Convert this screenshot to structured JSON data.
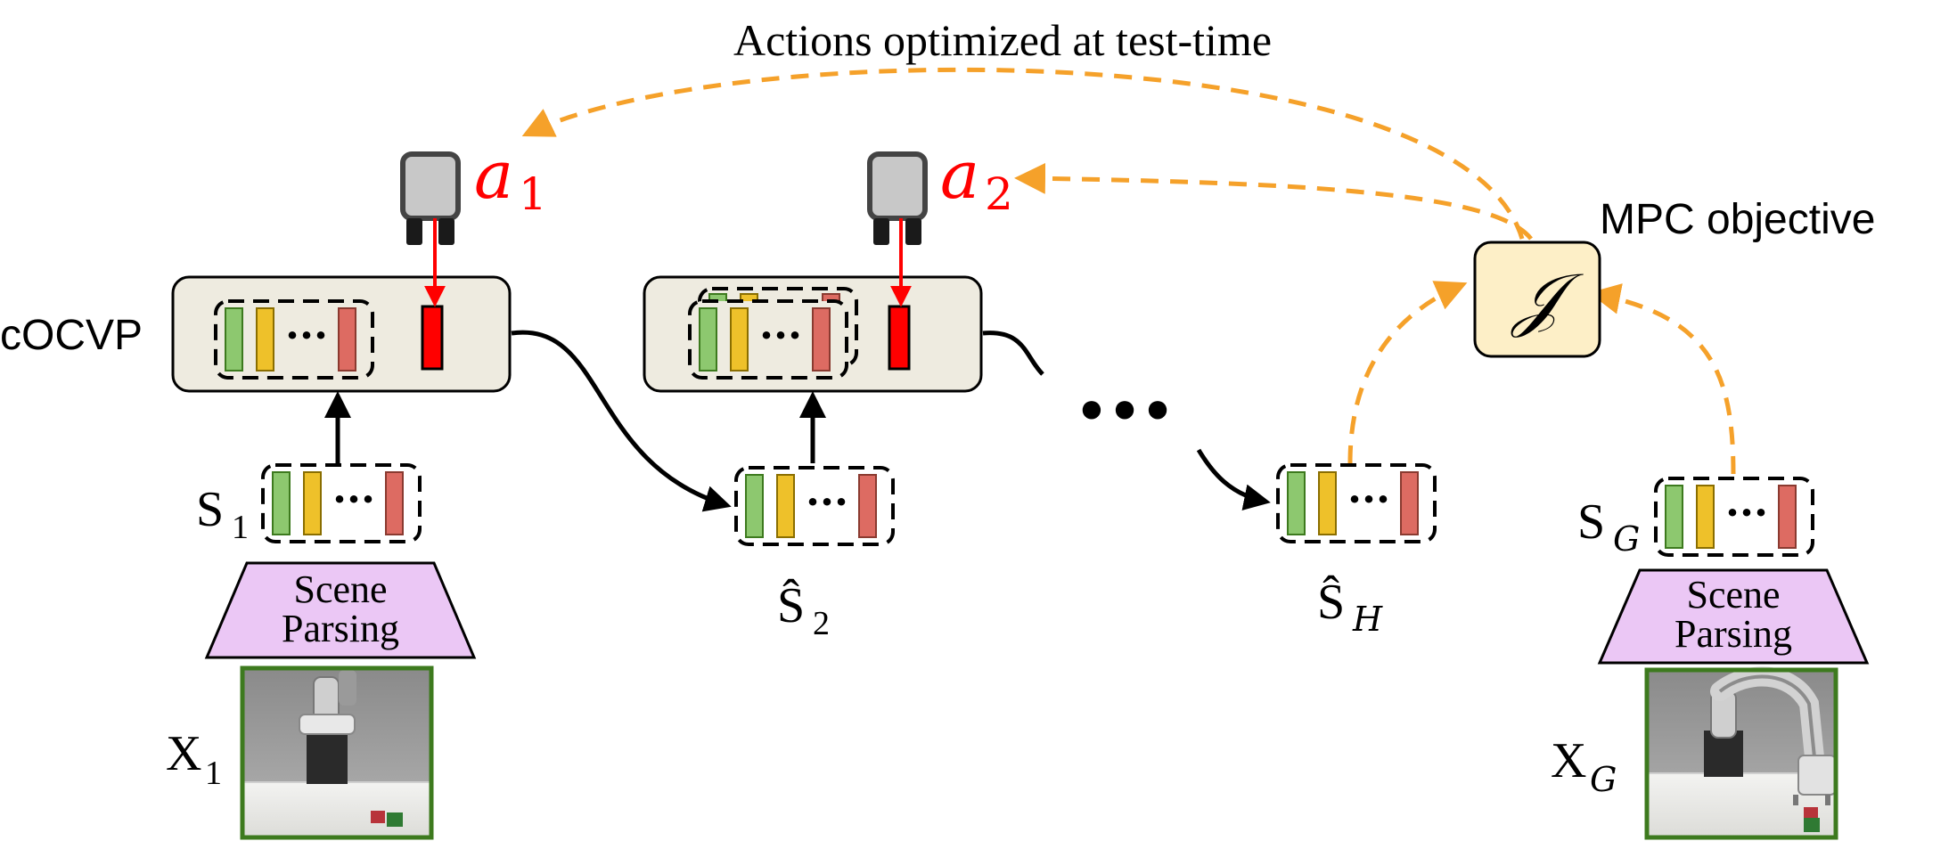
{
  "caption_top": "Actions optimized at test-time",
  "mpc_label": "MPC objective",
  "objective_symbol": "𝒥",
  "model_label": "cOCVP",
  "actions": [
    {
      "symbol": "a",
      "index": "1"
    },
    {
      "symbol": "a",
      "index": "2"
    }
  ],
  "states": {
    "s1": {
      "base": "S",
      "sub": "1"
    },
    "s2": {
      "base": "Ŝ",
      "sub": "2"
    },
    "sH": {
      "base": "Ŝ",
      "sub": "H"
    },
    "sG": {
      "base": "S",
      "sub": "G"
    }
  },
  "images": {
    "x1": {
      "base": "X",
      "sub": "1"
    },
    "xG": {
      "base": "X",
      "sub": "G"
    }
  },
  "scene_parsing": {
    "line1": "Scene",
    "line2": "Parsing"
  },
  "ellipsis_dots": "•••",
  "slot_dots": "···",
  "colors": {
    "arrow_orange": "#f5a12a",
    "action_red": "#ff0000",
    "slot_green": "#8dc86f",
    "slot_yellow": "#eec12a",
    "slot_red": "#dd6b62",
    "model_box": "#eeebe0",
    "objective_box": "#fdefc7",
    "scene_parsing": "#ebc7f5",
    "image_border": "#3d7a1e"
  },
  "icons": [
    "gripper-icon",
    "robot-arm-image"
  ]
}
